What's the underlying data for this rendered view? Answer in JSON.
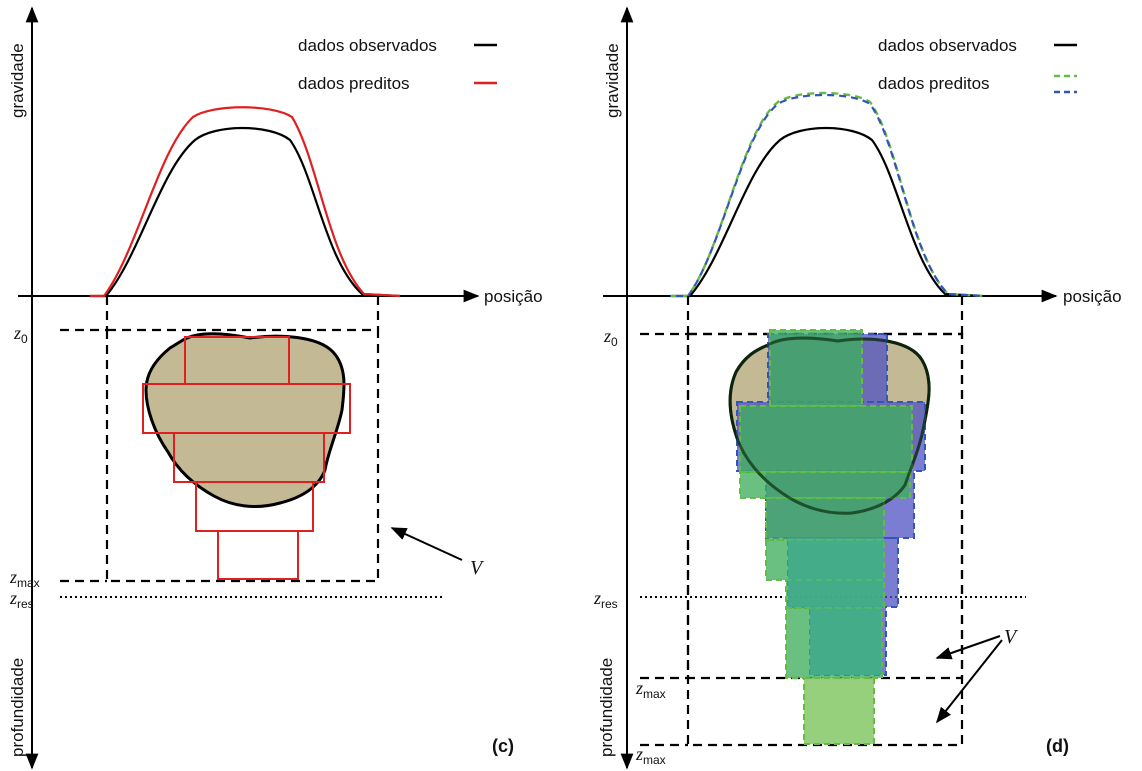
{
  "panels": [
    {
      "label": "(c)",
      "y_axis_top_label": "gravidade",
      "y_axis_bottom_label": "profundidade",
      "x_axis_label": "posição",
      "legend": {
        "observed": "dados observados",
        "predicted": "dados preditos"
      },
      "depth_labels": {
        "z0_main": "z",
        "z0_sub": "0",
        "zmax_main": "z",
        "zmax_sub": "max",
        "zres_main": "z",
        "zres_sub": "res"
      },
      "volume_label": "V"
    },
    {
      "label": "(d)",
      "y_axis_top_label": "gravidade",
      "y_axis_bottom_label": "profundidade",
      "x_axis_label": "posição",
      "legend": {
        "observed": "dados observados",
        "predicted": "dados preditos"
      },
      "depth_labels": {
        "z0_main": "z",
        "z0_sub": "0",
        "zmax_main": "z",
        "zmax_sub": "max",
        "zres_main": "z",
        "zres_sub": "res"
      },
      "volume_label": "V"
    }
  ],
  "colors": {
    "observed": "#000000",
    "predicted_c": "#e02020",
    "predicted_green": "#66bb44",
    "predicted_blue": "#3355bb",
    "body_fill": "#c4b995",
    "green_fill": "#3fa85a",
    "green_light": "#7cc267",
    "blue_fill": "#5a5cc0",
    "teal_fill": "#3fb59a"
  }
}
